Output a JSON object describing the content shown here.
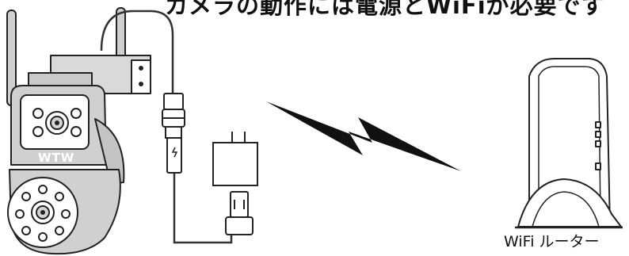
{
  "header": {
    "title": "カメラの動作には電源とWiFiが必要です"
  },
  "camera": {
    "brand": "WTW"
  },
  "router": {
    "label": "WiFi ルーター"
  },
  "colors": {
    "outline": "#222222",
    "camera_body": "#cfd0d2",
    "camera_dark": "#b9babc",
    "lightning": "#111111",
    "lens_ring": "#ffffff"
  }
}
